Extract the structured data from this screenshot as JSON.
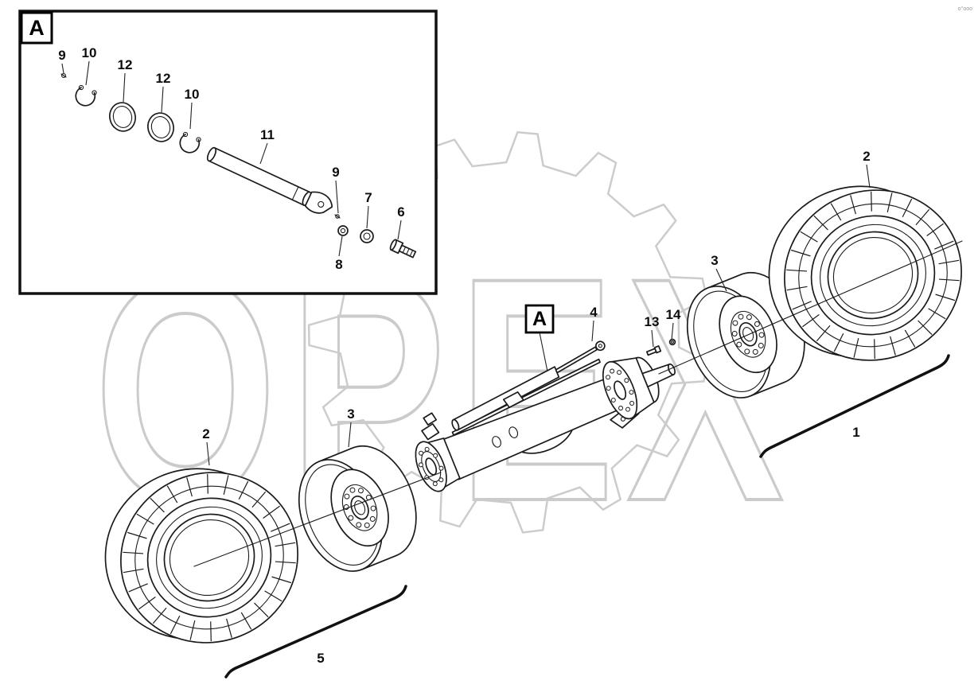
{
  "watermark": {
    "text": "OPEX",
    "corner_mark": "o°ooo"
  },
  "detail_view": {
    "box_label": "A",
    "callouts": {
      "pin_top": "9",
      "circlip_left": "10",
      "ring_1": "12",
      "ring_2": "12",
      "circlip_right": "10",
      "shaft": "11",
      "pin_mid": "9",
      "washer_outer": "7",
      "bolt": "6",
      "washer_inner": "8"
    }
  },
  "main_view": {
    "detail_marker": "A",
    "callouts": {
      "tire_right": "2",
      "rim_right": "3",
      "axle_assembly": "4",
      "bolt_13": "13",
      "washer_14": "14",
      "wheel_group_right": "1",
      "tire_left": "2",
      "rim_left": "3",
      "wheel_group_left": "5"
    }
  }
}
